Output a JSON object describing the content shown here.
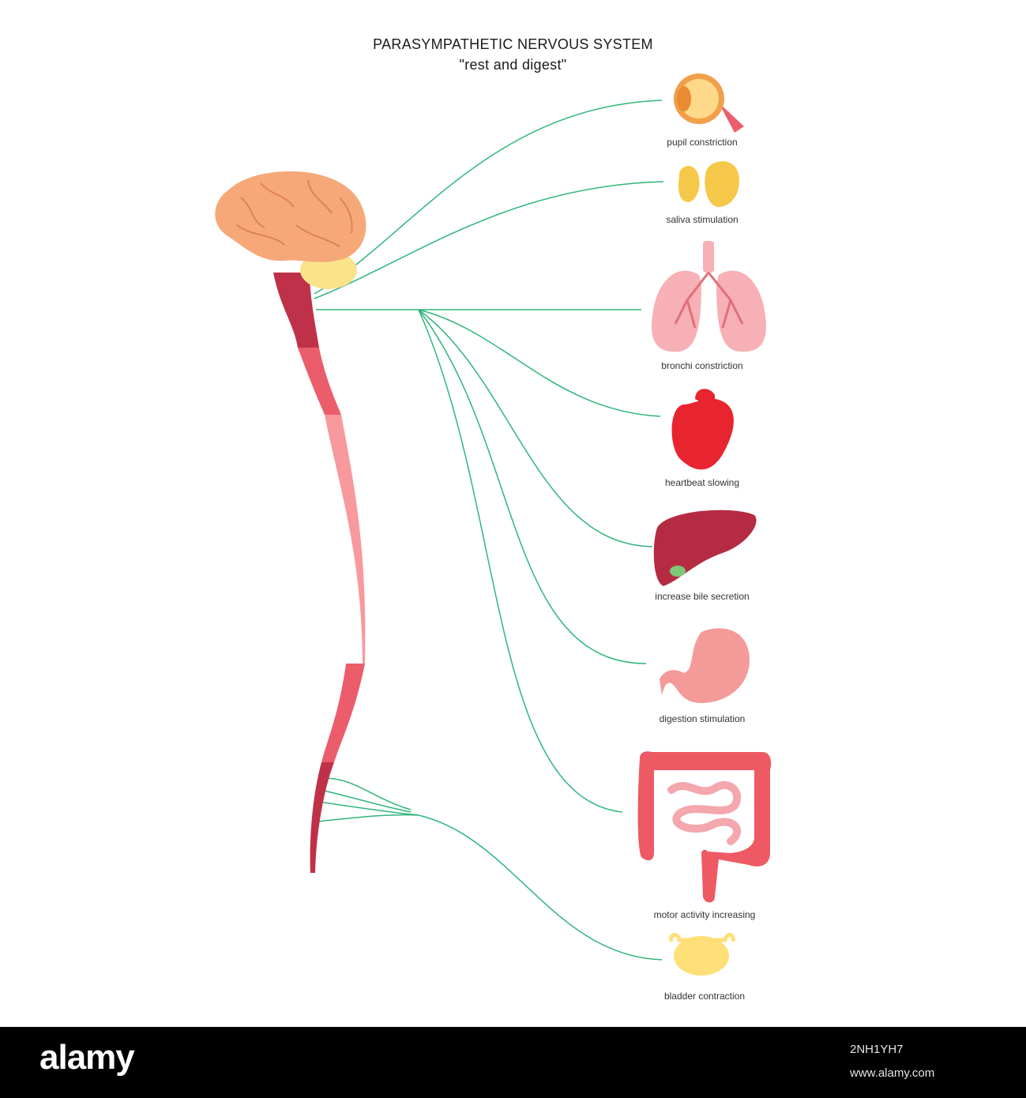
{
  "title": "PARASYMPATHETIC NERVOUS SYSTEM",
  "subtitle": "\"rest and digest\"",
  "organs": [
    {
      "id": "eye",
      "label": "pupil constriction"
    },
    {
      "id": "salivary-glands",
      "label": "saliva stimulation"
    },
    {
      "id": "lungs",
      "label": "bronchi constriction"
    },
    {
      "id": "heart",
      "label": "heartbeat slowing"
    },
    {
      "id": "liver",
      "label": "increase bile secretion"
    },
    {
      "id": "stomach",
      "label": "digestion stimulation"
    },
    {
      "id": "intestines",
      "label": "motor activity increasing"
    },
    {
      "id": "bladder",
      "label": "bladder contraction"
    }
  ],
  "colors": {
    "nerve": "#2fb57a",
    "brain": "#f6a878",
    "brain_fold": "#e0805a",
    "cerebellum": "#fbe38c",
    "spine_dark": "#bf3148",
    "spine_mid": "#ec5d6c",
    "spine_light": "#f8999d",
    "heart": "#e8242f",
    "liver": "#b52c42",
    "lungs": "#f7b0b5",
    "intestine": "#ee5a63",
    "bladder": "#ffdf77",
    "gland": "#f6c84a"
  },
  "footer": {
    "logo": "alamy",
    "image_id": "2NH1YH7",
    "site": "www.alamy.com"
  }
}
